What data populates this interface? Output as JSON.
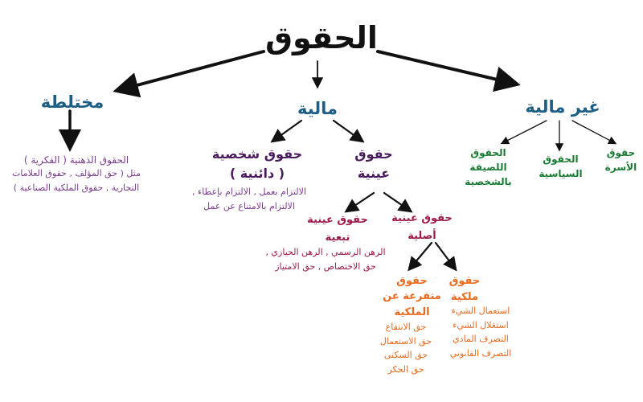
{
  "root": "الحقوق",
  "mixed": {
    "title": "مختلطة",
    "desc_title": "الحقوق الذهنية ( الفكرية )",
    "desc_lines": [
      "مثل ( حق المؤلف , حقوق العلامات",
      "التجارية , حقوق الملكية الصناعية )"
    ]
  },
  "financial": {
    "title": "مالية",
    "personal": {
      "title": "حقوق شخصية",
      "subtitle": "( دائنية )",
      "examples": [
        "الالتزام بعمل , الالتزام بإعطاء ,",
        "الالتزام بالامتناع عن عمل"
      ]
    },
    "real": {
      "title_lines": [
        "حقوق",
        "عينية"
      ],
      "dependent": {
        "title_lines": [
          "حقوق عينية",
          "تبعية"
        ],
        "examples": [
          "الرهن الرسمي , الرهن الحيازي ,",
          "حق الاختصاص , حق الامتياز"
        ]
      },
      "original": {
        "title_lines": [
          "حقوق عينية",
          "أصلية"
        ],
        "ownership": {
          "title_lines": [
            "حقوق",
            "ملكية"
          ],
          "items": [
            "استعمال الشيء",
            "استغلال الشيء",
            "التصرف المادي",
            "التصرف القانوني"
          ]
        },
        "derived": {
          "title_lines": [
            "حقوق",
            "متفرعة عن",
            "الملكية"
          ],
          "items": [
            "حق الانتفاع",
            "حق الاستعمال",
            "حق السكنى",
            "حق الحكر"
          ]
        }
      }
    }
  },
  "non_financial": {
    "title": "غير مالية",
    "children": [
      {
        "id": "personality",
        "lines": [
          "الحقوق",
          "اللصيقة",
          "بالشخصية"
        ]
      },
      {
        "id": "political",
        "lines": [
          "الحقوق",
          "السياسية"
        ]
      },
      {
        "id": "family",
        "lines": [
          "حقوق",
          "الأسرة"
        ]
      }
    ]
  },
  "colors": {
    "level1": "#1d5f84",
    "level2": "#4a1a5e",
    "dependent": "#9b1a4b",
    "level4": "#ea6a1e",
    "green": "#1a7a33",
    "note_purple": "#7a3a8e",
    "arrows": "#111111"
  }
}
